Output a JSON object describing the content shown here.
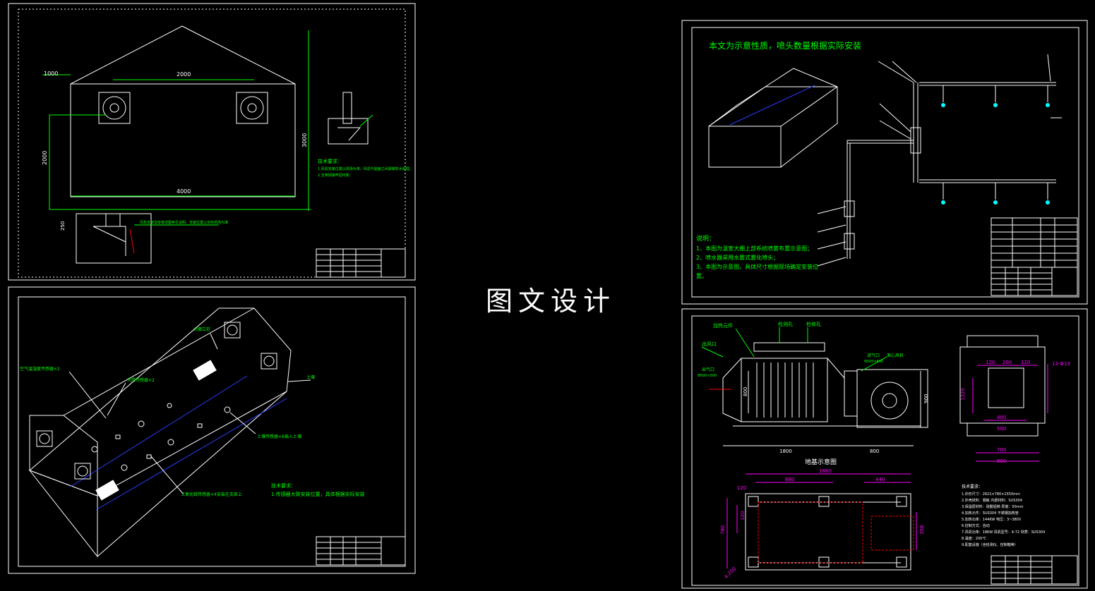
{
  "center_title": "图文设计",
  "colors": {
    "bg": "#000000",
    "line": "#ffffff",
    "dim": "#00ff00",
    "note": "#00ff00",
    "blue": "#2a3cff",
    "magenta": "#ff00ff",
    "cyan": "#00ffff",
    "red": "#ff0000"
  },
  "sheet1": {
    "dims": {
      "left": "1000",
      "top": "2000",
      "height": "3000",
      "side": "2000",
      "bottom": "4000",
      "small": "250"
    },
    "notes_title": "技术要求：",
    "notes": [
      "1.风机安装位置以现场为准，风机与屋面之间需做防水处理。",
      "2.支架焊接牢固可靠。"
    ],
    "callout": "风机支架及安装详图参见说明，安装位置以实际现场为准"
  },
  "sheet2": {
    "labels": {
      "fan": "大棚立柱",
      "sensor_air": "空气温湿度传感器×2",
      "light": "光照传感器×2",
      "soil": "土壤",
      "soil_sensor": "土壤传感器×6插入土壤",
      "co2": "二氧化碳传感器×4安装在支架上"
    },
    "notes_title": "技术要求：",
    "notes": [
      "1.传感器大致安装位置，具体根据实际安装"
    ]
  },
  "sheet3": {
    "heading": "本文为示意性质，喷头数量根据实际安装",
    "notes_title": "说明：",
    "notes": [
      "1、本图为温室大棚上部系统喷雾布置示意图；",
      "2、喷水器采用水雾式雾化喷头；",
      "3、本图为示意图，具体尺寸根据现场确定安装位",
      "置。"
    ]
  },
  "sheet4": {
    "labels": {
      "a": "加热元件",
      "b": "出风口",
      "c": "检测孔",
      "d": "检修孔",
      "e": "进气口",
      "e2": "Φ500×600",
      "f": "离心风机",
      "g": "出气口",
      "g2": "Φ500×500"
    },
    "dims": {
      "w1": "1800",
      "w2": "800",
      "h1": "800",
      "h2": "900",
      "top1": "120",
      "top2": "200",
      "top3": "120",
      "r1": "400",
      "r2": "500",
      "r3": "700",
      "r4": "800",
      "hole": "12-Φ13",
      "side": "1320"
    },
    "foundation_title": "地基示意图",
    "fdims": {
      "total": "1860",
      "a": "880",
      "b": "440",
      "c": "120",
      "d": "780",
      "e": "120",
      "f": "358",
      "g": "4-200"
    },
    "spec_title": "技术要求：",
    "specs": [
      "1.外形尺寸：2621×780×1550mm",
      "2.外壳材料：钢板    内部材料：SUS304",
      "3.保温层材料：硅酸铝棉   厚度：50mm",
      "4.加热元件：SUS304 不锈钢加热管",
      "5.加热功率：144KW  电压：3~380V",
      "6.控制方式：自动",
      "7.风机功率：18KW  风机型号：4-72  材质：SUS304",
      "8.温度：200℃",
      "9.配套设施（含检测仪、控制箱等）"
    ]
  }
}
